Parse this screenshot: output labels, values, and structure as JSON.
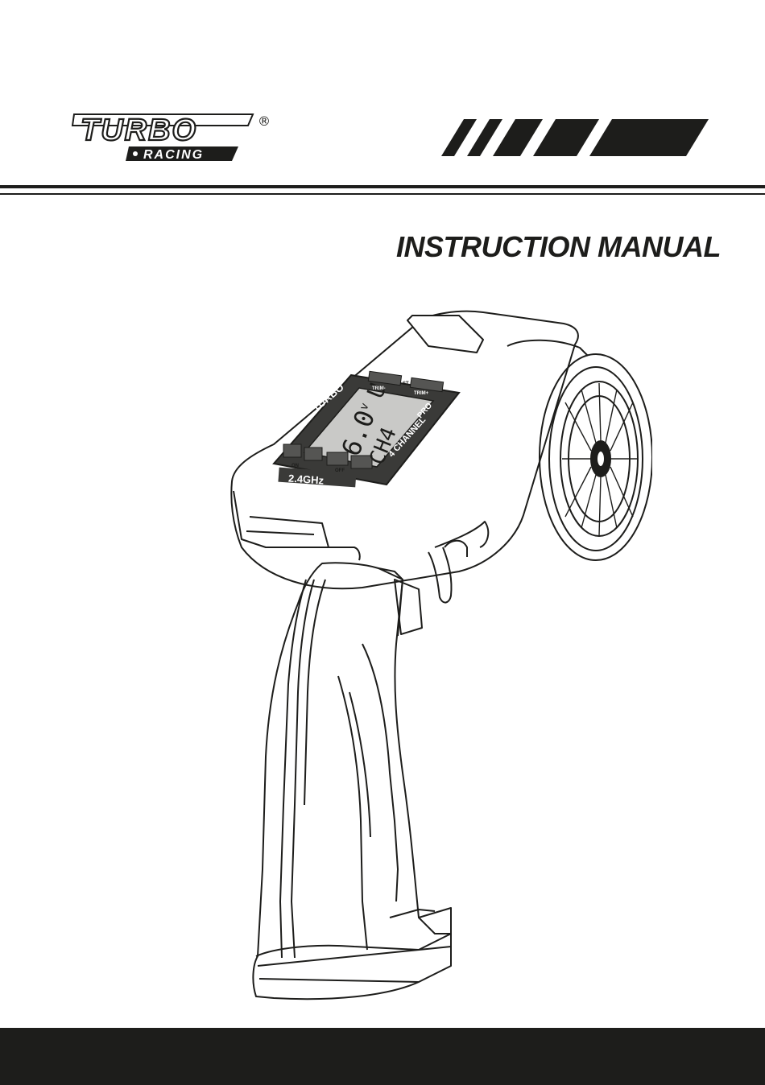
{
  "brand": {
    "logo_word": "TURBO",
    "logo_subword": "RACING",
    "registered_mark": "®"
  },
  "title": "INSTRUCTION MANUAL",
  "device": {
    "display_voltage": "6.0",
    "display_unit": "v",
    "display_channel": "CH4",
    "display_value": "U",
    "panel_brand": "TURBO",
    "panel_label": "4 CHANNEL",
    "panel_pro": "PRO",
    "band_label": "2.4GHz",
    "trim_left": "TRIM-",
    "trim_right": "TRIM+",
    "st_label": "ST",
    "on_label": "ON",
    "off_label": "OFF"
  },
  "colors": {
    "ink": "#1d1d1b",
    "panel": "#3a3a38",
    "lcd": "#c9c9c7",
    "footer": "#1d1d1b"
  }
}
